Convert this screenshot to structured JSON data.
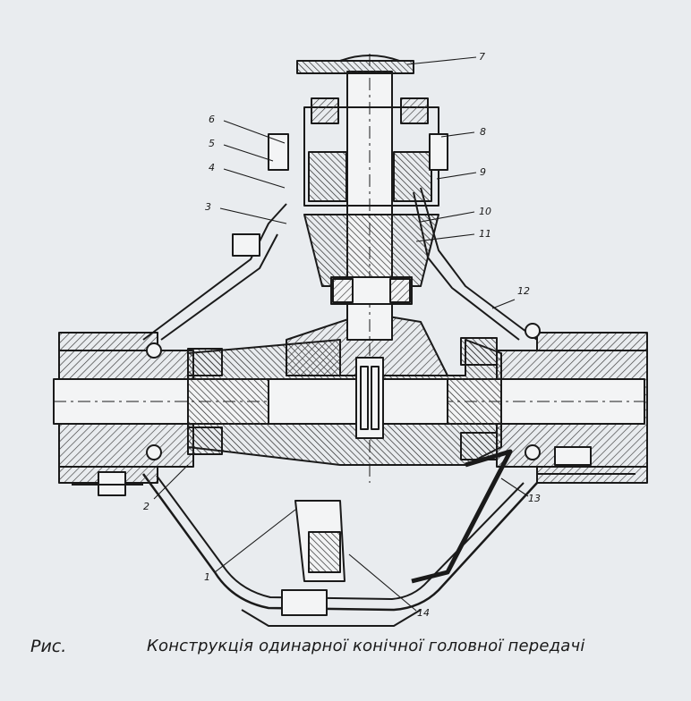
{
  "caption": {
    "prefix": "Рис.",
    "title": "Конструкція одинарної конічної головної передачі"
  },
  "callouts": [
    "1",
    "2",
    "3",
    "4",
    "5",
    "6",
    "7",
    "8",
    "9",
    "10",
    "11",
    "12",
    "13",
    "14"
  ],
  "colors": {
    "background": "#e9ecef",
    "ink": "#1a1a1a",
    "hatch": "#3a3a3a",
    "shaft": "#f3f4f5"
  }
}
